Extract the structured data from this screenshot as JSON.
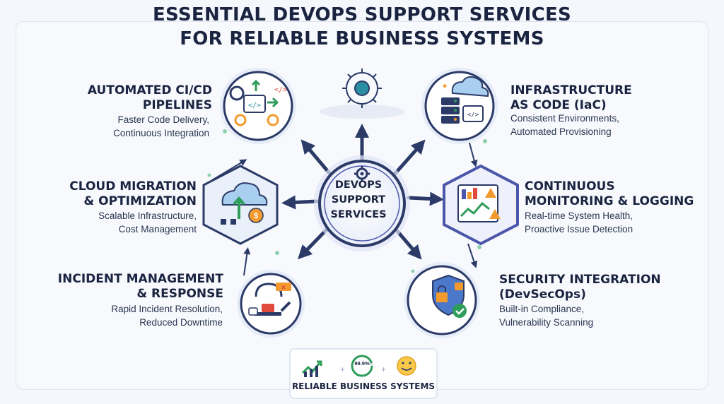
{
  "title": {
    "line1": "ESSENTIAL DEVOPS SUPPORT SERVICES",
    "line2": "FOR RELIABLE BUSINESS SYSTEMS"
  },
  "center": {
    "line1": "DEVOPS",
    "line2": "SUPPORT",
    "line3": "SERVICES"
  },
  "services": {
    "cicd": {
      "title1": "AUTOMATED CI/CD",
      "title2": "PIPELINES",
      "desc1": "Faster Code Delivery,",
      "desc2": "Continuous Integration",
      "icon": "cicd-pipeline-icon"
    },
    "cloud": {
      "title1": "CLOUD MIGRATION",
      "title2": "& OPTIMIZATION",
      "desc1": "Scalable Infrastructure,",
      "desc2": "Cost Management",
      "icon": "cloud-migration-icon"
    },
    "incident": {
      "title1": "INCIDENT MANAGEMENT",
      "title2": "& RESPONSE",
      "desc1": "Rapid Incident Resolution,",
      "desc2": "Reduced Downtime",
      "icon": "incident-response-icon"
    },
    "iac": {
      "title1": "INFRASTRUCTURE",
      "title2": "AS CODE (IaC)",
      "desc1": "Consistent Environments,",
      "desc2": "Automated Provisioning",
      "icon": "infrastructure-code-icon"
    },
    "monitoring": {
      "title1": "CONTINUOUS",
      "title2": "MONITORING & LOGGING",
      "desc1": "Real-time System Health,",
      "desc2": "Proactive Issue Detection",
      "icon": "monitoring-dashboard-icon"
    },
    "security": {
      "title1": "SECURITY INTEGRATION",
      "title2": "(DevSecOps)",
      "desc1": "Built-in Compliance,",
      "desc2": "Vulnerability Scanning",
      "icon": "security-shield-icon"
    }
  },
  "bottom": {
    "label": "RELIABLE BUSINESS SYSTEMS",
    "uptime": "99.9%",
    "icons": [
      "growth-chart-icon",
      "uptime-gauge-icon",
      "smiley-icon"
    ]
  },
  "colors": {
    "navy": "#2b3a67",
    "teal": "#2a8fa0",
    "purple": "#4b56a8",
    "green": "#2e9c5a",
    "orange": "#f29a2e",
    "red": "#e04a3c"
  }
}
